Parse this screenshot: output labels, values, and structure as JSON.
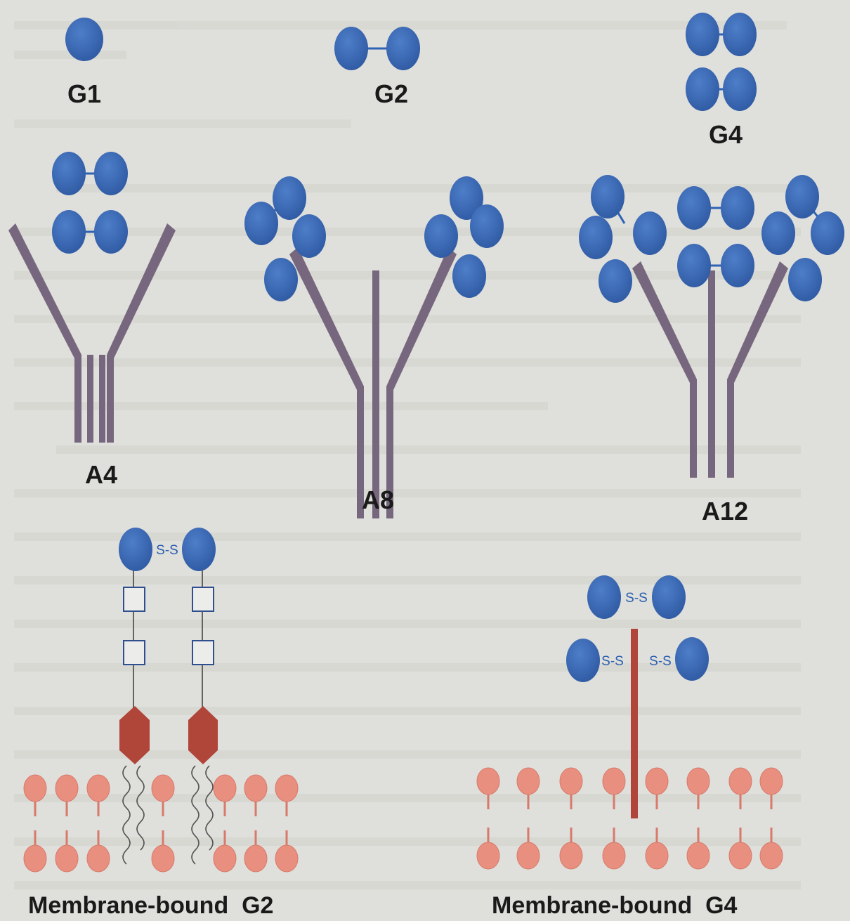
{
  "labels": {
    "g1": "G1",
    "g2": "G2",
    "g4": "G4",
    "a4": "A4",
    "a8": "A8",
    "a12": "A12",
    "membrane_g2": "Membrane-bound  G2",
    "membrane_g4": "Membrane-bound  G4"
  },
  "disulfide": {
    "ss": "S-S"
  },
  "colors": {
    "subunit": "#3a6ab8",
    "collagen_tail": "#77677e",
    "membrane_head": "#e98f7f",
    "anchor": "#b0453a",
    "disulfide_text": "#2a5fb0"
  }
}
